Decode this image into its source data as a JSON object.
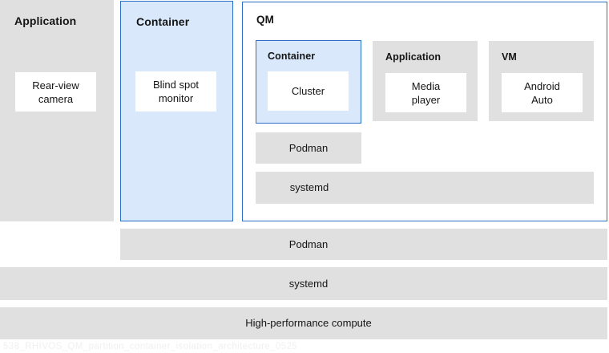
{
  "colors": {
    "section_gray": "#e0e0e0",
    "light_blue": "#d9e9fb",
    "blue_border": "#2a70c7",
    "text_dark": "#151515",
    "watermark_gray": "#f0f0f0"
  },
  "application_section": {
    "label": "Application",
    "box_label": "Rear-view\ncamera"
  },
  "container_section": {
    "label": "Container",
    "box_label": "Blind spot\nmonitor"
  },
  "qm_section": {
    "label": "QM",
    "container": {
      "label": "Container",
      "box_label": "Cluster"
    },
    "application": {
      "label": "Application",
      "box_label": "Media\nplayer"
    },
    "vm": {
      "label": "VM",
      "box_label": "Android\nAuto"
    },
    "podman_label": "Podman",
    "systemd_label": "systemd"
  },
  "platform_bars": {
    "podman_label": "Podman",
    "systemd_label": "systemd",
    "compute_label": "High-performance compute"
  },
  "watermark": "538_RHIVOS_QM_partition_container_isolation_architecture_0525"
}
